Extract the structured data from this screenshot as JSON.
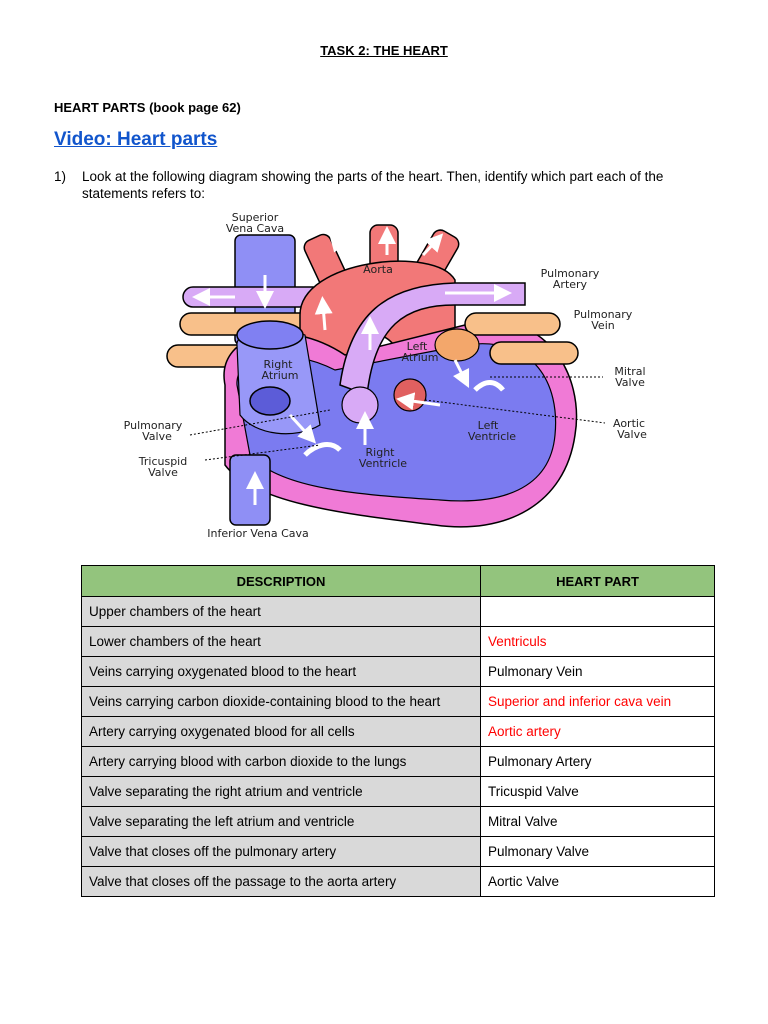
{
  "task_title": "TASK 2: THE HEART",
  "section_title": "HEART PARTS (book page  62)",
  "video_link": "Video: Heart parts",
  "question": {
    "number": "1)",
    "text": "Look at the following diagram showing the parts of the heart. Then, identify which part each of the statements refers to:"
  },
  "diagram": {
    "labels": {
      "superior_vena_cava_1": "Superior",
      "superior_vena_cava_2": "Vena Cava",
      "aorta": "Aorta",
      "pulmonary_artery_1": "Pulmonary",
      "pulmonary_artery_2": "Artery",
      "pulmonary_vein_1": "Pulmonary",
      "pulmonary_vein_2": "Vein",
      "left_atrium_1": "Left",
      "left_atrium_2": "Atrium",
      "right_atrium_1": "Right",
      "right_atrium_2": "Atrium",
      "mitral_valve_1": "Mitral",
      "mitral_valve_2": "Valve",
      "aortic_valve_1": "Aortic",
      "aortic_valve_2": "Valve",
      "pulmonary_valve_1": "Pulmonary",
      "pulmonary_valve_2": "Valve",
      "tricuspid_valve_1": "Tricuspid",
      "tricuspid_valve_2": "Valve",
      "left_ventricle_1": "Left",
      "left_ventricle_2": "Ventricle",
      "right_ventricle_1": "Right",
      "right_ventricle_2": "Ventricle",
      "inferior_vena_cava": "Inferior Vena Cava"
    }
  },
  "table": {
    "headers": [
      "DESCRIPTION",
      "HEART PART"
    ],
    "rows": [
      {
        "description": "Upper chambers of the heart",
        "part": ""
      },
      {
        "description": "Lower chambers of the heart",
        "part": "Ventriculs"
      },
      {
        "description": "Veins carrying oxygenated blood to the heart",
        "part": "Pulmonary Vein"
      },
      {
        "description": "Veins carrying carbon dioxide-containing blood to the heart",
        "part": "Superior and inferior cava vein"
      },
      {
        "description": "Artery carrying oxygenated blood for all cells",
        "part": "Aortic artery"
      },
      {
        "description": "Artery carrying blood with carbon dioxide to the lungs",
        "part": "Pulmonary Artery"
      },
      {
        "description": "Valve separating the right atrium and ventricle",
        "part": "Tricuspid Valve"
      },
      {
        "description": "Valve separating the left atrium and ventricle",
        "part": "Mitral Valve"
      },
      {
        "description": "Valve that closes off the pulmonary artery",
        "part": "Pulmonary Valve"
      },
      {
        "description": "Valve that closes off the passage to the aorta artery",
        "part": "Aortic Valve"
      }
    ]
  },
  "colors": {
    "header_green": "#93c47d",
    "desc_gray": "#d9d9d9",
    "answer_red": "#ff0000",
    "link_blue": "#1155cc"
  }
}
